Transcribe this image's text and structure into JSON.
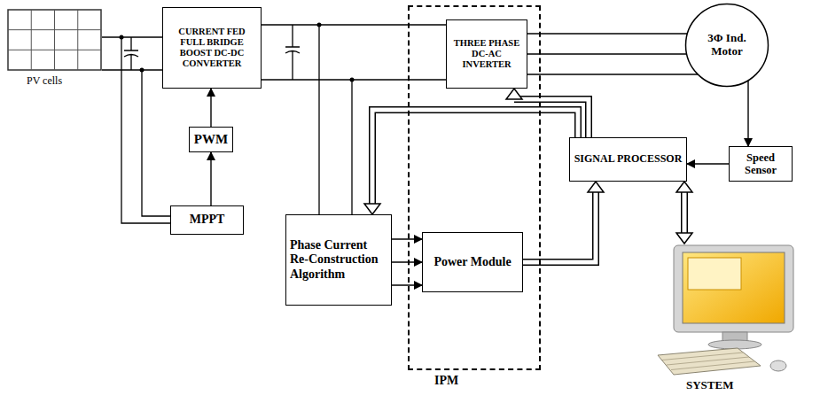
{
  "diagram": {
    "nodes": [
      {
        "text": [
          "PV cells"
        ]
      },
      {
        "text": [
          "CURRENT FED FULL BRIDGE BOOST DC-DC CONVERTER"
        ]
      },
      {
        "text": [
          "IPM"
        ]
      },
      {
        "text": [
          "THREE PHASE DC-AC INVERTER"
        ],
        "in": 2
      },
      {
        "text": [
          "3Φ Ind. Motor"
        ]
      },
      {
        "text": [
          "PWM"
        ]
      },
      {
        "text": [
          "SIGNAL PROCESSOR"
        ]
      },
      {
        "text": [
          "Speed Sensor"
        ]
      },
      {
        "text": [
          "MPPT"
        ]
      },
      {
        "text": [
          "Phase Current Re-Construction Algorithm"
        ]
      },
      {
        "text": [
          "Power Module"
        ],
        "in": 2
      },
      {
        "text": [
          "SYSTEM"
        ]
      }
    ],
    "edges": [
      {
        "from": 0,
        "to": 1,
        "arrow": "none"
      },
      {
        "from": 1,
        "to": 3,
        "arrow": "none"
      },
      {
        "from": 3,
        "to": 4,
        "arrow": "none"
      },
      {
        "from": 5,
        "to": 1,
        "arrow": "to"
      },
      {
        "from": 8,
        "to": 5,
        "arrow": "to"
      },
      {
        "from": 6,
        "to": 3,
        "arrow": "to"
      },
      {
        "from": 6,
        "to": 9,
        "arrow": "to"
      },
      {
        "from": 9,
        "to": 10,
        "arrow": "to"
      },
      {
        "from": 10,
        "to": 6,
        "arrow": "to"
      },
      {
        "from": 4,
        "to": 7,
        "arrow": "to"
      },
      {
        "from": 7,
        "to": 6,
        "arrow": "to"
      },
      {
        "from": 6,
        "to": 11,
        "arrow": "both"
      }
    ]
  }
}
